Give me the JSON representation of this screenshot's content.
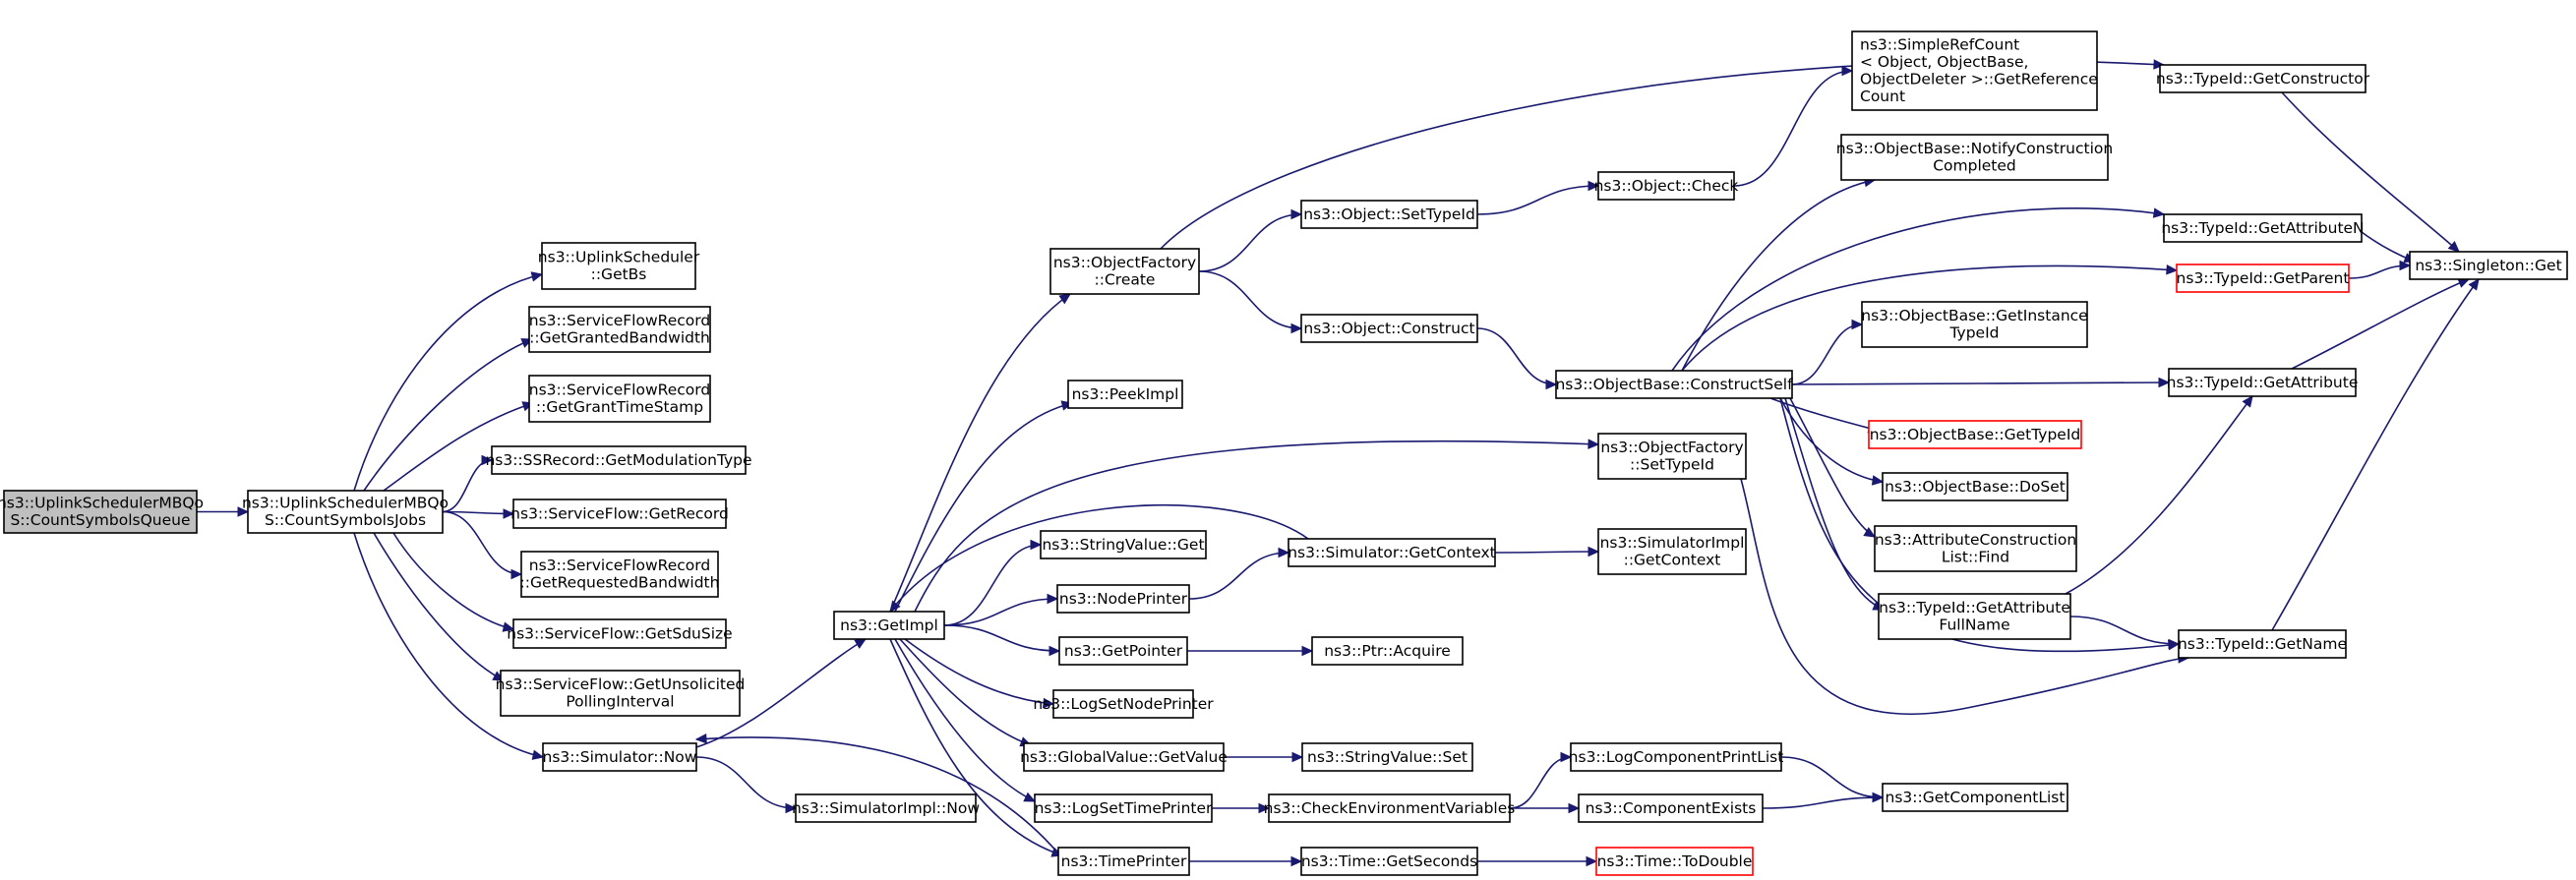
{
  "nodes": [
    {
      "id": "n0",
      "lines": [
        "ns3::UplinkSchedulerMBQo",
        "S::CountSymbolsQueue"
      ],
      "root": true
    },
    {
      "id": "n1",
      "lines": [
        "ns3::UplinkSchedulerMBQo",
        "S::CountSymbolsJobs"
      ]
    },
    {
      "id": "n2",
      "lines": [
        "ns3::UplinkScheduler",
        "::GetBs"
      ]
    },
    {
      "id": "n3",
      "lines": [
        "ns3::ServiceFlowRecord",
        "::GetGrantedBandwidth"
      ]
    },
    {
      "id": "n4",
      "lines": [
        "ns3::ServiceFlowRecord",
        "::GetGrantTimeStamp"
      ]
    },
    {
      "id": "n5",
      "lines": [
        "ns3::SSRecord::GetModulationType"
      ]
    },
    {
      "id": "n6",
      "lines": [
        "ns3::ServiceFlow::GetRecord"
      ]
    },
    {
      "id": "n7",
      "lines": [
        "ns3::ServiceFlowRecord",
        "::GetRequestedBandwidth"
      ]
    },
    {
      "id": "n8",
      "lines": [
        "ns3::ServiceFlow::GetSduSize"
      ]
    },
    {
      "id": "n9",
      "lines": [
        "ns3::ServiceFlow::GetUnsolicited",
        "PollingInterval"
      ]
    },
    {
      "id": "n10",
      "lines": [
        "ns3::Simulator::Now"
      ]
    },
    {
      "id": "n11",
      "lines": [
        "ns3::GetImpl"
      ]
    },
    {
      "id": "n12",
      "lines": [
        "ns3::SimulatorImpl::Now"
      ]
    },
    {
      "id": "n13",
      "lines": [
        "ns3::ObjectFactory",
        "::Create"
      ]
    },
    {
      "id": "n14",
      "lines": [
        "ns3::PeekImpl"
      ]
    },
    {
      "id": "n15",
      "lines": [
        "ns3::StringValue::Get"
      ]
    },
    {
      "id": "n16",
      "lines": [
        "ns3::NodePrinter"
      ]
    },
    {
      "id": "n17",
      "lines": [
        "ns3::GetPointer"
      ]
    },
    {
      "id": "n18",
      "lines": [
        "ns3::LogSetNodePrinter"
      ]
    },
    {
      "id": "n19",
      "lines": [
        "ns3::GlobalValue::GetValue"
      ]
    },
    {
      "id": "n20",
      "lines": [
        "ns3::LogSetTimePrinter"
      ]
    },
    {
      "id": "n21",
      "lines": [
        "ns3::TimePrinter"
      ]
    },
    {
      "id": "n22",
      "lines": [
        "ns3::Object::SetTypeId"
      ]
    },
    {
      "id": "n23",
      "lines": [
        "ns3::Object::Construct"
      ]
    },
    {
      "id": "n24",
      "lines": [
        "ns3::Simulator::GetContext"
      ]
    },
    {
      "id": "n25",
      "lines": [
        "ns3::Ptr::Acquire"
      ]
    },
    {
      "id": "n26",
      "lines": [
        "ns3::StringValue::Set"
      ]
    },
    {
      "id": "n27",
      "lines": [
        "ns3::CheckEnvironmentVariables"
      ]
    },
    {
      "id": "n28",
      "lines": [
        "ns3::Time::GetSeconds"
      ]
    },
    {
      "id": "n29",
      "lines": [
        "ns3::Object::Check"
      ]
    },
    {
      "id": "n30",
      "lines": [
        "ns3::ObjectBase::ConstructSelf"
      ]
    },
    {
      "id": "n31",
      "lines": [
        "ns3::ObjectFactory",
        "::SetTypeId"
      ]
    },
    {
      "id": "n32",
      "lines": [
        "ns3::SimulatorImpl",
        "::GetContext"
      ]
    },
    {
      "id": "n33",
      "lines": [
        "ns3::LogComponentPrintList"
      ]
    },
    {
      "id": "n34",
      "lines": [
        "ns3::ComponentExists"
      ]
    },
    {
      "id": "n35",
      "lines": [
        "ns3::Time::ToDouble"
      ],
      "red": true
    },
    {
      "id": "n36",
      "lines": [
        "ns3::SimpleRefCount",
        "< Object, ObjectBase,",
        "ObjectDeleter >::GetReference",
        "Count"
      ]
    },
    {
      "id": "n37",
      "lines": [
        "ns3::ObjectBase::NotifyConstruction",
        "Completed"
      ]
    },
    {
      "id": "n38",
      "lines": [
        "ns3::ObjectBase::GetInstance",
        "TypeId"
      ]
    },
    {
      "id": "n39",
      "lines": [
        "ns3::ObjectBase::GetTypeId"
      ],
      "red": true
    },
    {
      "id": "n40",
      "lines": [
        "ns3::ObjectBase::DoSet"
      ]
    },
    {
      "id": "n41",
      "lines": [
        "ns3::AttributeConstruction",
        "List::Find"
      ]
    },
    {
      "id": "n42",
      "lines": [
        "ns3::TypeId::GetAttribute",
        "FullName"
      ]
    },
    {
      "id": "n43",
      "lines": [
        "ns3::GetComponentList"
      ]
    },
    {
      "id": "n44",
      "lines": [
        "ns3::TypeId::GetConstructor"
      ]
    },
    {
      "id": "n45",
      "lines": [
        "ns3::TypeId::GetAttributeN"
      ]
    },
    {
      "id": "n46",
      "lines": [
        "ns3::TypeId::GetParent"
      ],
      "red": true
    },
    {
      "id": "n47",
      "lines": [
        "ns3::TypeId::GetAttribute"
      ]
    },
    {
      "id": "n48",
      "lines": [
        "ns3::TypeId::GetName"
      ]
    },
    {
      "id": "n49",
      "lines": [
        "ns3::Singleton::Get"
      ]
    }
  ],
  "edges": [
    [
      "n0",
      "n1"
    ],
    [
      "n1",
      "n2"
    ],
    [
      "n1",
      "n3"
    ],
    [
      "n1",
      "n4"
    ],
    [
      "n1",
      "n5"
    ],
    [
      "n1",
      "n6"
    ],
    [
      "n1",
      "n7"
    ],
    [
      "n1",
      "n8"
    ],
    [
      "n1",
      "n9"
    ],
    [
      "n1",
      "n10"
    ],
    [
      "n10",
      "n11"
    ],
    [
      "n10",
      "n12"
    ],
    [
      "n11",
      "n13"
    ],
    [
      "n11",
      "n14"
    ],
    [
      "n11",
      "n15"
    ],
    [
      "n11",
      "n16"
    ],
    [
      "n11",
      "n17"
    ],
    [
      "n11",
      "n18"
    ],
    [
      "n11",
      "n19"
    ],
    [
      "n11",
      "n20"
    ],
    [
      "n11",
      "n21"
    ],
    [
      "n11",
      "n31"
    ],
    [
      "n13",
      "n22"
    ],
    [
      "n13",
      "n23"
    ],
    [
      "n13",
      "n44"
    ],
    [
      "n16",
      "n24"
    ],
    [
      "n17",
      "n25"
    ],
    [
      "n19",
      "n26"
    ],
    [
      "n20",
      "n27"
    ],
    [
      "n21",
      "n28"
    ],
    [
      "n22",
      "n29"
    ],
    [
      "n23",
      "n30"
    ],
    [
      "n24",
      "n11"
    ],
    [
      "n24",
      "n32"
    ],
    [
      "n27",
      "n33"
    ],
    [
      "n27",
      "n34"
    ],
    [
      "n28",
      "n35"
    ],
    [
      "n21",
      "n10"
    ],
    [
      "n29",
      "n36"
    ],
    [
      "n30",
      "n37"
    ],
    [
      "n30",
      "n38"
    ],
    [
      "n30",
      "n39"
    ],
    [
      "n30",
      "n40"
    ],
    [
      "n30",
      "n41"
    ],
    [
      "n30",
      "n42"
    ],
    [
      "n30",
      "n45"
    ],
    [
      "n30",
      "n46"
    ],
    [
      "n30",
      "n47"
    ],
    [
      "n30",
      "n48"
    ],
    [
      "n31",
      "n48"
    ],
    [
      "n33",
      "n43"
    ],
    [
      "n34",
      "n43"
    ],
    [
      "n42",
      "n47"
    ],
    [
      "n42",
      "n48"
    ],
    [
      "n44",
      "n49"
    ],
    [
      "n45",
      "n49"
    ],
    [
      "n46",
      "n49"
    ],
    [
      "n47",
      "n49"
    ],
    [
      "n48",
      "n49"
    ]
  ]
}
